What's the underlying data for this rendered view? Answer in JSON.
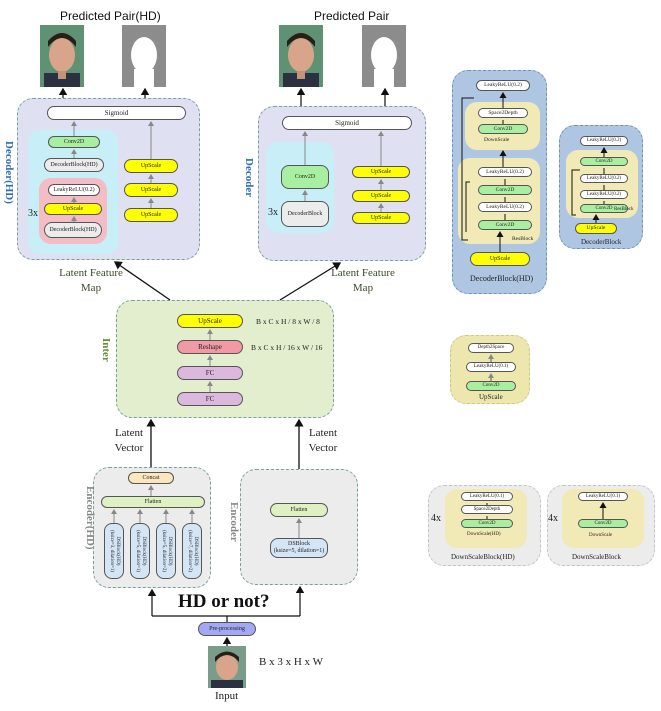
{
  "titles": {
    "predicted_hd": "Predicted Pair(HD)",
    "predicted": "Predicted Pair"
  },
  "decoder_hd": {
    "label": "Decoder(HD)",
    "sigmoid": "Sigmoid",
    "conv2d": "Conv2D",
    "decoder_block_hd_1": "DecoderBlock(HD)",
    "leaky": "LeakyReLU(0.2)",
    "upscale": "UpScale",
    "decoder_block_hd_2": "DecoderBlock(HD)",
    "repeat": "3x",
    "right_upscales": [
      "UpScale",
      "UpScale",
      "UpScale"
    ]
  },
  "decoder": {
    "label": "Decoder",
    "sigmoid": "Sigmoid",
    "conv2d": "Conv2D",
    "decoder_block": "DecoderBlock",
    "repeat": "3x",
    "right_upscales": [
      "UpScale",
      "UpScale",
      "UpScale"
    ]
  },
  "latent_map_left": "Latent Feature\nMap",
  "latent_map_right": "Latent Feature\nMap",
  "inter": {
    "label": "Inter",
    "upscale": "UpScale",
    "reshape": "Reshape",
    "fc1": "FC",
    "fc2": "FC",
    "shape1": "B x C x H / 8 x W / 8",
    "shape2": "B x C x H / 16 x W / 16"
  },
  "latent_vec_left": "Latent\nVector",
  "latent_vec_right": "Latent\nVector",
  "encoder_hd": {
    "label": "Encoder(HD)",
    "concat": "Concat",
    "flatten": "Flatten",
    "blocks": [
      "DSBlock(HD)\n(ksize=3, dilation=1)",
      "DSBlock(HD)\n(ksize=5, dilation=1)",
      "DSBlock(HD)\n(ksize=5, dilation=2)",
      "DSBlock(HD)\n(ksize=7, dilation=2)"
    ]
  },
  "encoder": {
    "label": "Encoder",
    "flatten": "Flatten",
    "dsblock": "DSBlock\n(ksize=5, dilation=1)"
  },
  "hd_or_not": "HD or not?",
  "preprocessing": "Pre-processing",
  "input_shape": "B x 3 x H x W",
  "input_label": "Input",
  "decoder_block_hd_detail": {
    "leaky_top": "LeakyReLU(0.2)",
    "space2depth": "Space2Depth",
    "conv2d": "Conv2D",
    "downscale": "DownScale",
    "leaky1": "LeakyReLU(0.2)",
    "conv2d_a": "Conv2D",
    "leaky2": "LeakyReLU(0.2)",
    "conv2d_b": "Conv2D",
    "resblock": "ResBlock",
    "upscale": "UpScale",
    "caption": "DecoderBlock(HD)"
  },
  "decoder_block_detail": {
    "leaky_top": "LeakyReLU(0.2)",
    "conv2d_a": "Conv2D",
    "leaky1": "LeakyReLU(0.2)",
    "leaky2": "LeakyReLU(0.2)",
    "conv2d_b": "Conv2D",
    "resblock": "ResBlock",
    "upscale": "UpScale",
    "caption": "DecoderBlock"
  },
  "upscale_detail": {
    "depth2space": "Depth2Space",
    "leaky": "LeakyReLU(0.1)",
    "conv2d": "Conv2D",
    "caption": "UpScale"
  },
  "downscale_hd_detail": {
    "leaky": "LeakyReLU(0.1)",
    "space2depth": "Space2Depth",
    "conv2d": "Conv2D",
    "inner_caption": "DownScale(HD)",
    "repeat": "4x",
    "caption": "DownScaleBlock(HD)"
  },
  "downscale_detail": {
    "leaky": "LeakyReLU(0.1)",
    "conv2d": "Conv2D",
    "inner_caption": "DownScale",
    "repeat": "4x",
    "caption": "DownScaleBlock"
  },
  "colors": {
    "panel_lavender": "#dfe0f1",
    "panel_green": "#e3eecf",
    "panel_gray": "#ececec",
    "panel_blue": "#afc6e3",
    "label_blue": "#2e6fb3",
    "label_green": "#6b8e3a",
    "label_gray": "#888888"
  }
}
